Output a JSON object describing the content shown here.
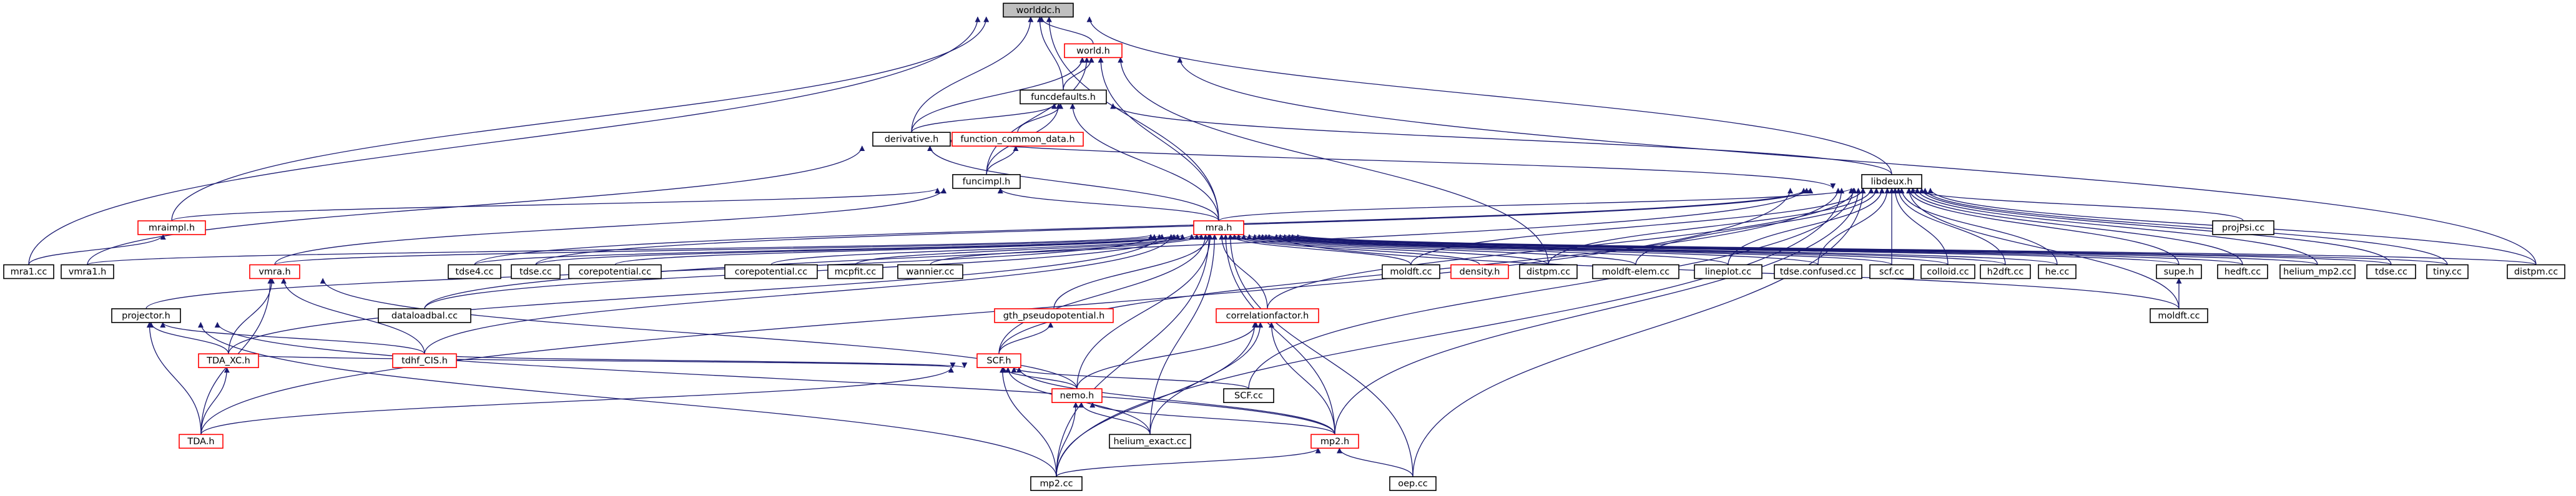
{
  "graph": {
    "type": "include-dependency-graph",
    "edge_color": "#191970",
    "node_border_normal": "#000000",
    "node_border_truncated": "#ff0000",
    "root_fill": "#bfbfbf",
    "nodes": [
      {
        "id": "worlddc",
        "label": "worlddc.h",
        "style": "root"
      },
      {
        "id": "world",
        "label": "world.h",
        "style": "red"
      },
      {
        "id": "funcdefaults",
        "label": "funcdefaults.h",
        "style": "black"
      },
      {
        "id": "derivative",
        "label": "derivative.h",
        "style": "black"
      },
      {
        "id": "function_common_data",
        "label": "function_common_data.h",
        "style": "red"
      },
      {
        "id": "funcimpl",
        "label": "funcimpl.h",
        "style": "black"
      },
      {
        "id": "libdeux",
        "label": "libdeux.h",
        "style": "black"
      },
      {
        "id": "projpsi",
        "label": "projPsi.cc",
        "style": "black"
      },
      {
        "id": "mraimpl",
        "label": "mraimpl.h",
        "style": "red"
      },
      {
        "id": "mra",
        "label": "mra.h",
        "style": "red"
      },
      {
        "id": "mra1",
        "label": "mra1.cc",
        "style": "black"
      },
      {
        "id": "vmra1",
        "label": "vmra1.h",
        "style": "black"
      },
      {
        "id": "vmra",
        "label": "vmra.h",
        "style": "red"
      },
      {
        "id": "tdse4",
        "label": "tdse4.cc",
        "style": "black"
      },
      {
        "id": "tdse_a",
        "label": "tdse.cc",
        "style": "black"
      },
      {
        "id": "corepotential_a",
        "label": "corepotential.cc",
        "style": "black"
      },
      {
        "id": "corepotential_b",
        "label": "corepotential.cc",
        "style": "black"
      },
      {
        "id": "mcpfit",
        "label": "mcpfit.cc",
        "style": "black"
      },
      {
        "id": "wannier",
        "label": "wannier.cc",
        "style": "black"
      },
      {
        "id": "moldft",
        "label": "moldft.cc",
        "style": "black"
      },
      {
        "id": "density",
        "label": "density.h",
        "style": "red"
      },
      {
        "id": "distpm_a",
        "label": "distpm.cc",
        "style": "black"
      },
      {
        "id": "moldft_elem",
        "label": "moldft-elem.cc",
        "style": "black"
      },
      {
        "id": "lineplot",
        "label": "lineplot.cc",
        "style": "black"
      },
      {
        "id": "tdse_confused",
        "label": "tdse.confused.cc",
        "style": "black"
      },
      {
        "id": "scf_lower",
        "label": "scf.cc",
        "style": "black"
      },
      {
        "id": "colloid",
        "label": "colloid.cc",
        "style": "black"
      },
      {
        "id": "h2dft",
        "label": "h2dft.cc",
        "style": "black"
      },
      {
        "id": "he",
        "label": "he.cc",
        "style": "black"
      },
      {
        "id": "supe",
        "label": "supe.h",
        "style": "black"
      },
      {
        "id": "hedft",
        "label": "hedft.cc",
        "style": "black"
      },
      {
        "id": "helium_mp2",
        "label": "helium_mp2.cc",
        "style": "black"
      },
      {
        "id": "tdse_b",
        "label": "tdse.cc",
        "style": "black"
      },
      {
        "id": "tiny",
        "label": "tiny.cc",
        "style": "black"
      },
      {
        "id": "distpm_b",
        "label": "distpm.cc",
        "style": "black"
      },
      {
        "id": "projector",
        "label": "projector.h",
        "style": "black"
      },
      {
        "id": "dataloadbal",
        "label": "dataloadbal.cc",
        "style": "black"
      },
      {
        "id": "gth",
        "label": "gth_pseudopotential.h",
        "style": "red"
      },
      {
        "id": "correlationfactor",
        "label": "correlationfactor.h",
        "style": "red"
      },
      {
        "id": "moldft_h",
        "label": "moldft.cc",
        "style": "black"
      },
      {
        "id": "scf_h",
        "label": "SCF.h",
        "style": "red"
      },
      {
        "id": "tda_xc",
        "label": "TDA_XC.h",
        "style": "red"
      },
      {
        "id": "tdhf_cis",
        "label": "tdhf_CIS.h",
        "style": "red"
      },
      {
        "id": "nemo",
        "label": "nemo.h",
        "style": "red"
      },
      {
        "id": "scf_cc",
        "label": "SCF.cc",
        "style": "black"
      },
      {
        "id": "tda",
        "label": "TDA.h",
        "style": "red"
      },
      {
        "id": "helium_exact",
        "label": "helium_exact.cc",
        "style": "black"
      },
      {
        "id": "mp2_h",
        "label": "mp2.h",
        "style": "red"
      },
      {
        "id": "mp2_cc",
        "label": "mp2.cc",
        "style": "black"
      },
      {
        "id": "oep",
        "label": "oep.cc",
        "style": "black"
      }
    ]
  }
}
